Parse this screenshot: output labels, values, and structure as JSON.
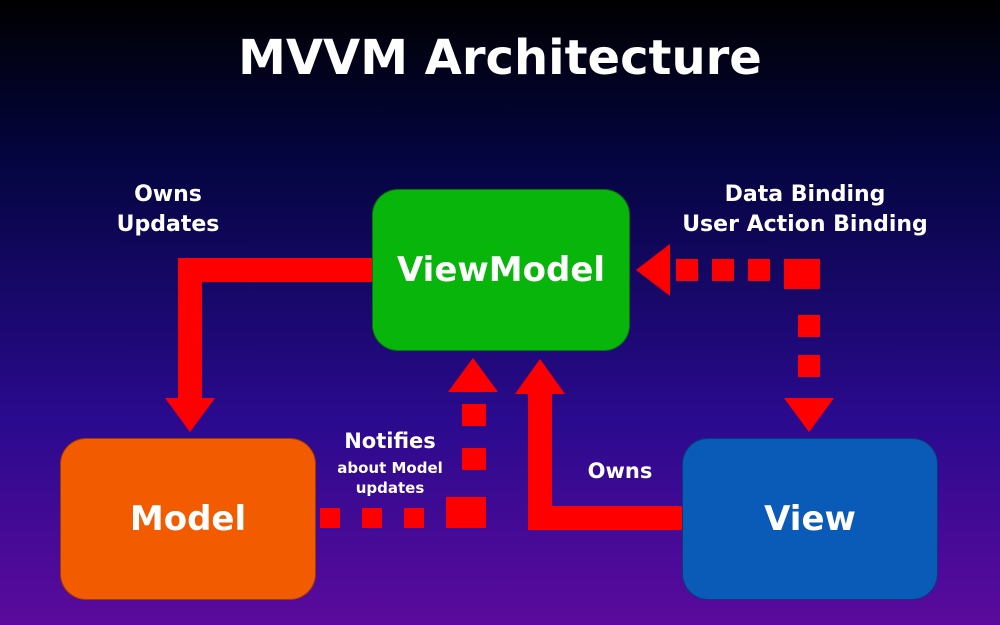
{
  "title": "MVVM Architecture",
  "nodes": {
    "viewmodel": "ViewModel",
    "model": "Model",
    "view": "View"
  },
  "edges": {
    "viewmodel_to_model": [
      "Owns",
      "Updates"
    ],
    "view_to_viewmodel_binding": [
      "Data Binding",
      "User Action Binding"
    ],
    "model_to_viewmodel": {
      "main": "Notifies",
      "sub": [
        "about Model",
        "updates"
      ]
    },
    "view_to_viewmodel": "Owns"
  },
  "colors": {
    "arrow": "#ff0000",
    "viewmodel": "#08b50a",
    "model": "#f25b00",
    "view": "#0a5ab8",
    "text": "#ffffff"
  }
}
